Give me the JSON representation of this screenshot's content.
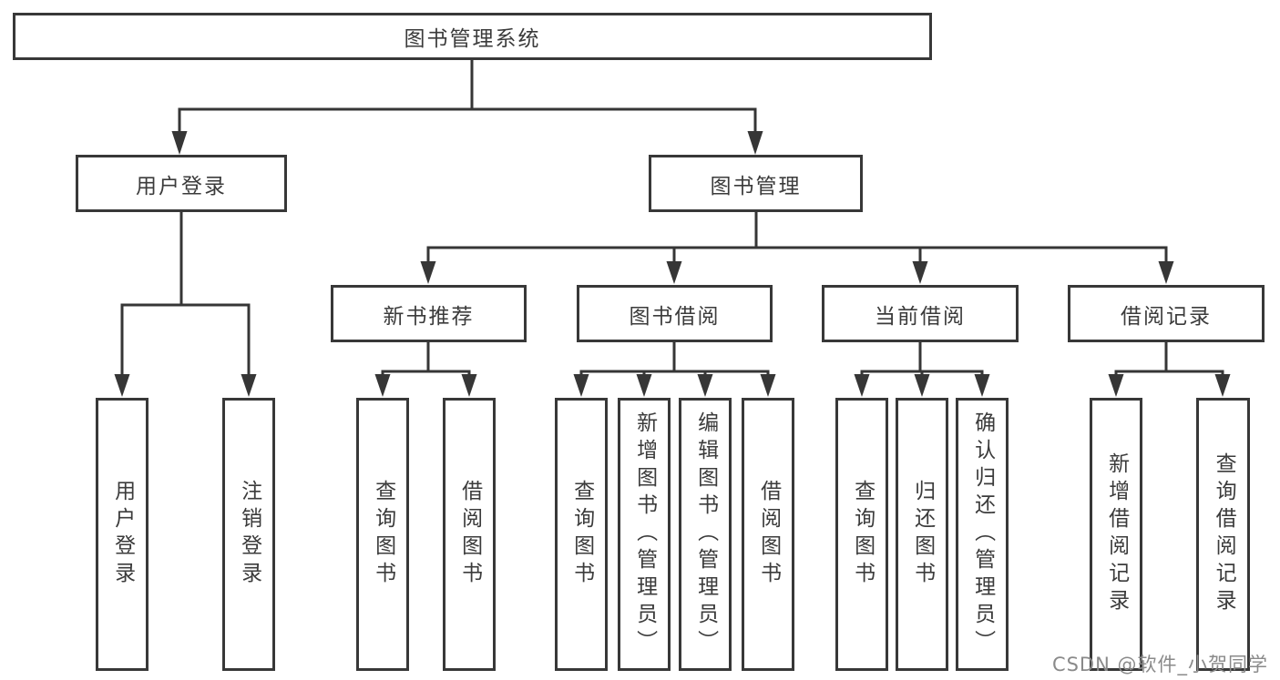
{
  "tree": {
    "root": {
      "label": "图书管理系统"
    },
    "branches": [
      {
        "label": "用户登录",
        "children": [
          {
            "label": "用户登录"
          },
          {
            "label": "注销登录"
          }
        ]
      },
      {
        "label": "图书管理",
        "children": [
          {
            "label": "新书推荐",
            "children": [
              {
                "label": "查询图书"
              },
              {
                "label": "借阅图书"
              }
            ]
          },
          {
            "label": "图书借阅",
            "children": [
              {
                "label": "查询图书"
              },
              {
                "label": "新增图书（管理员）"
              },
              {
                "label": "编辑图书（管理员）"
              },
              {
                "label": "借阅图书"
              }
            ]
          },
          {
            "label": "当前借阅",
            "children": [
              {
                "label": "查询图书"
              },
              {
                "label": "归还图书"
              },
              {
                "label": "确认归还（管理员）"
              }
            ]
          },
          {
            "label": "借阅记录",
            "children": [
              {
                "label": "新增借阅记录"
              },
              {
                "label": "查询借阅记录"
              }
            ]
          }
        ]
      }
    ]
  },
  "watermark": {
    "text": "CSDN @软件_小贺同学"
  },
  "colors": {
    "line": "#363636",
    "border": "#383838",
    "text": "#3b3b3b",
    "background": "#ffffff",
    "watermark": "#8a8a8a"
  }
}
